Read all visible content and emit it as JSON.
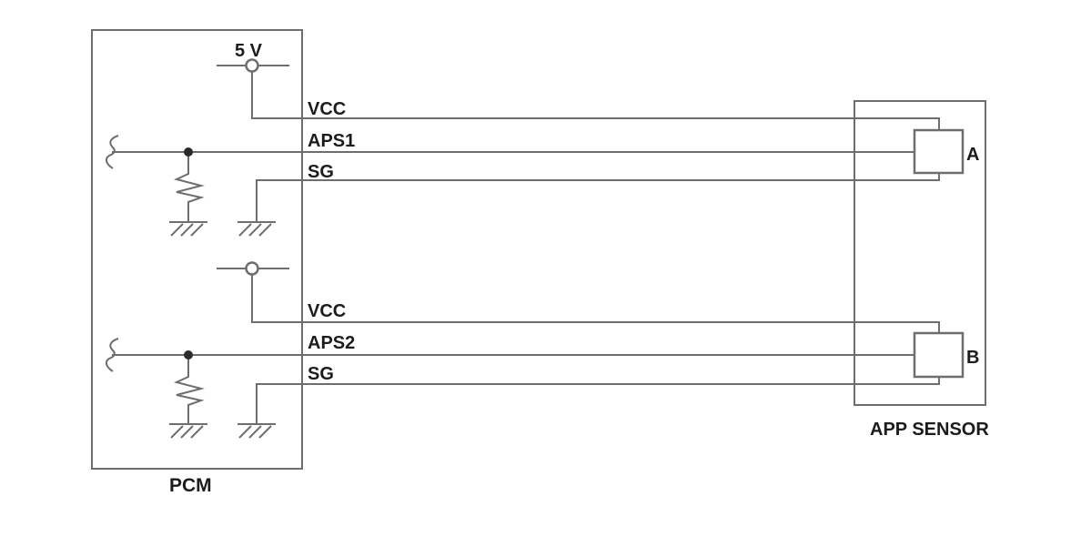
{
  "colors": {
    "bg": "#ffffff",
    "wire": "#6e6e6e",
    "junction": "#2b2b2b",
    "text": "#1c1c1c"
  },
  "labels": {
    "supply_voltage": "5 V",
    "pcm": "PCM",
    "app_sensor": "APP SENSOR",
    "circuit1": {
      "vcc": "VCC",
      "signal": "APS1",
      "ground": "SG"
    },
    "circuit2": {
      "vcc": "VCC",
      "signal": "APS2",
      "ground": "SG"
    },
    "connector_a": "A",
    "connector_b": "B"
  }
}
